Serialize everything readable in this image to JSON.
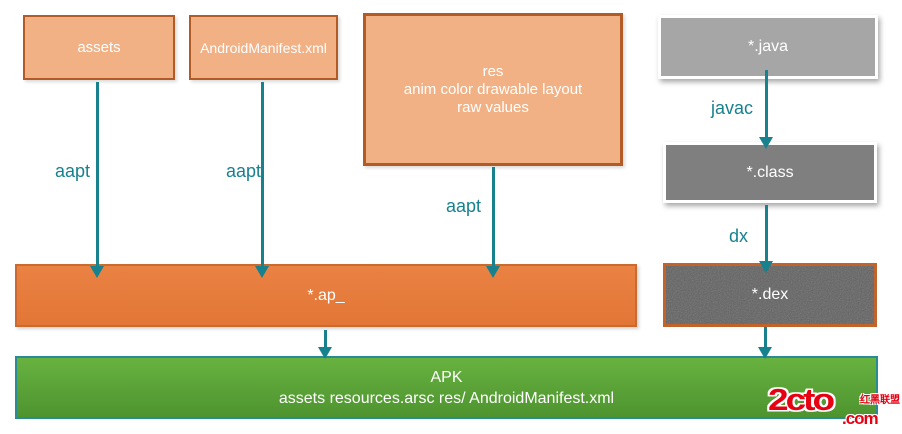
{
  "colors": {
    "teal": "#17818e",
    "light_orange_fill": "#f1b185",
    "light_orange_border": "#b25b27",
    "orange_fill": "#e87c3c",
    "gray_light": "#a6a6a6",
    "gray_dark": "#7f7f7f",
    "dex_fill": "#5e5e5e",
    "green_top": "#68b240",
    "green_bottom": "#4d942f",
    "green_border": "#2a8a96",
    "watermark_red": "#e60012"
  },
  "nodes": {
    "assets": {
      "label": "assets"
    },
    "manifest": {
      "label": "AndroidManifest.xml"
    },
    "res": {
      "line1": "res",
      "line2": "anim color drawable layout",
      "line3": "raw values"
    },
    "java": {
      "label": "*.java"
    },
    "class": {
      "label": "*.class"
    },
    "ap": {
      "label": "*.ap_"
    },
    "dex": {
      "label": "*.dex"
    },
    "apk": {
      "line1": "APK",
      "line2": "assets resources.arsc res/ AndroidManifest.xml"
    }
  },
  "edges": {
    "aapt1": {
      "label": "aapt"
    },
    "aapt2": {
      "label": "aapt"
    },
    "aapt3": {
      "label": "aapt"
    },
    "javac": {
      "label": "javac"
    },
    "dx": {
      "label": "dx"
    }
  },
  "watermark": {
    "logo": "2cto",
    "dot_com": ".com",
    "cn_text": "红黑联盟"
  }
}
